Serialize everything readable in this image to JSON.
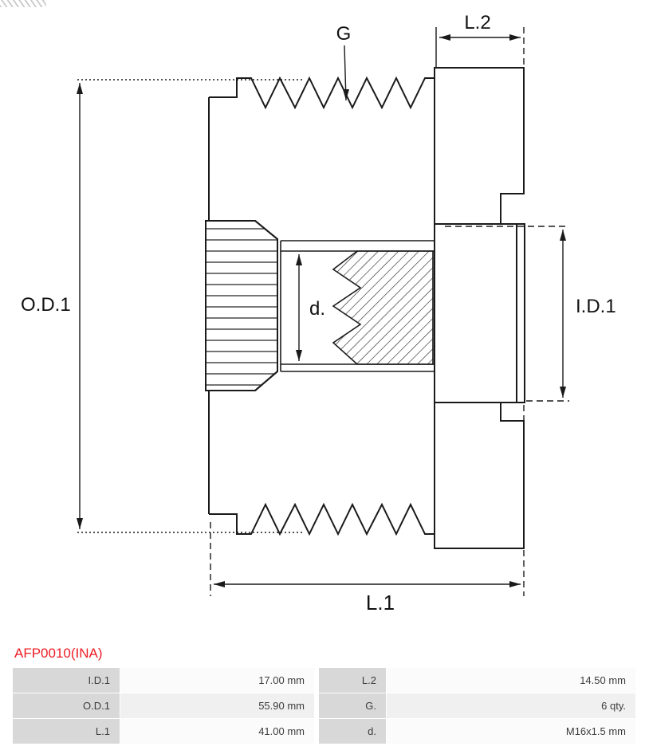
{
  "header": {
    "logo_fragment_icon": "striped-watermark-remnant"
  },
  "diagram": {
    "labels": {
      "g": "G",
      "l2": "L.2",
      "od1": "O.D.1",
      "id1": "I.D.1",
      "d": "d.",
      "l1": "L.1"
    },
    "line_color": "#1a1a1a",
    "groove_count": 6
  },
  "product": {
    "code": "AFP0010(INA)",
    "code_color": "#ed1c24"
  },
  "spec_table": {
    "label_bg": "#d8d8d8",
    "row_bg": "#fbfbfb",
    "row_alt_bg": "#f0f0f0",
    "rows": [
      {
        "label1": "I.D.1",
        "value1": "17.00 mm",
        "label2": "L.2",
        "value2": "14.50 mm"
      },
      {
        "label1": "O.D.1",
        "value1": "55.90 mm",
        "label2": "G.",
        "value2": "6 qty."
      },
      {
        "label1": "L.1",
        "value1": "41.00 mm",
        "label2": "d.",
        "value2": "M16x1.5 mm"
      }
    ]
  }
}
